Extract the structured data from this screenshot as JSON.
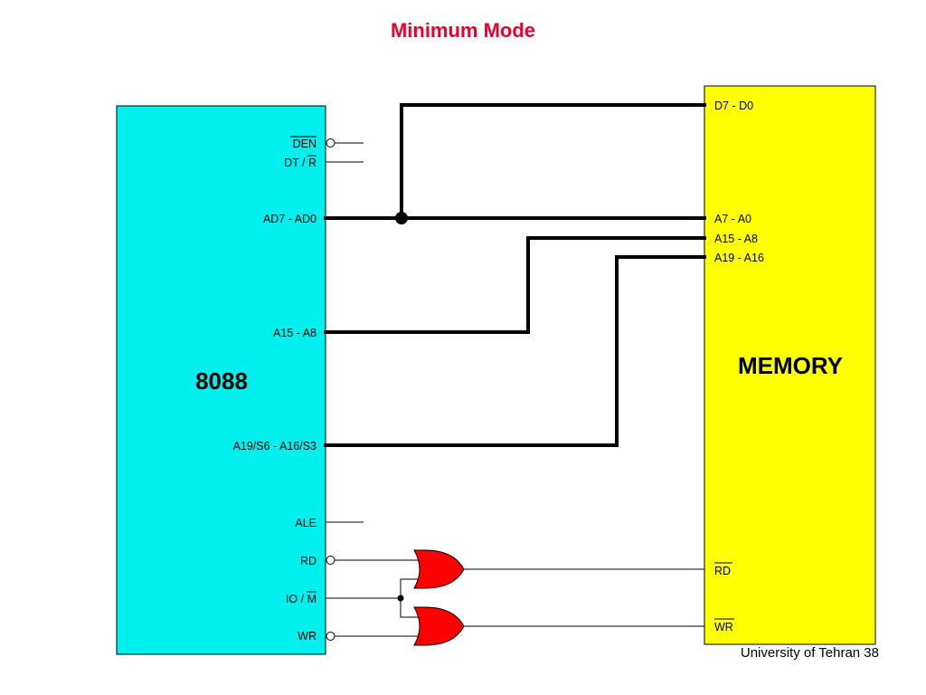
{
  "title": "Minimum Mode",
  "colors": {
    "title": "#e8002a",
    "cpu_fill": "#00f0f0",
    "memory_fill": "#ffff00",
    "gate_fill": "#ff0000",
    "wire": "#000000"
  },
  "cpu": {
    "label": "8088",
    "pins": {
      "den": "DEN",
      "dtr_prefix": "DT / ",
      "dtr_bar": "R",
      "ad": "AD7 - AD0",
      "a15": "A15 - A8",
      "a19": "A19/S6 - A16/S3",
      "ale": "ALE",
      "rd": "RD",
      "io_prefix": "IO / ",
      "io_bar": "M",
      "wr": "WR"
    }
  },
  "memory": {
    "label": "MEMORY",
    "pins": {
      "d": "D7 - D0",
      "a7": "A7 - A0",
      "a15": "A15 - A8",
      "a19": "A19 - A16",
      "rd": "RD",
      "wr": "WR"
    }
  },
  "footer": "University of Tehran 38"
}
